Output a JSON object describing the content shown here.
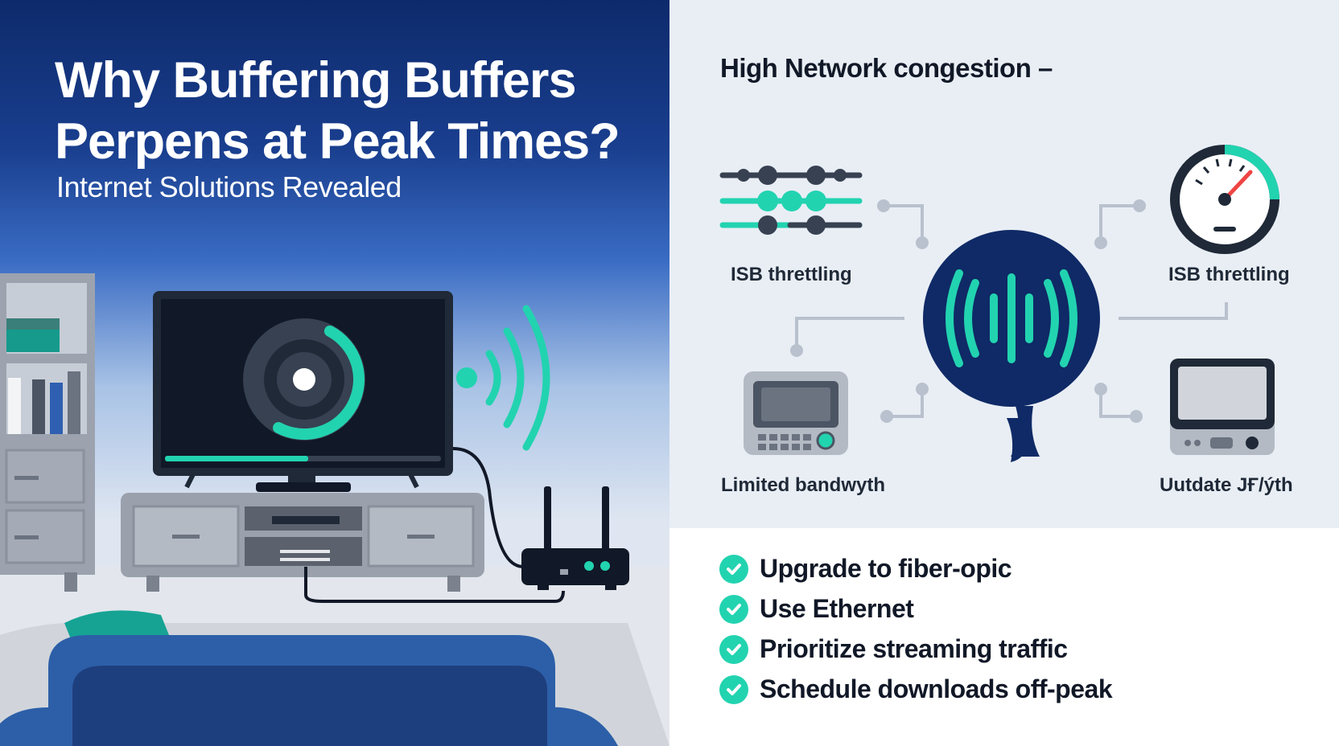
{
  "title_lines": [
    "Why Buffering Buffers",
    "Perpens at Peak Times?"
  ],
  "subtitle": "Internet Solutions Revealed",
  "causes": {
    "heading": "High Network congestion –",
    "items": [
      {
        "label": "ISB threttling",
        "icon": "equalizer-sliders-icon"
      },
      {
        "label": "ISB threttling",
        "icon": "speedometer-gauge-icon"
      },
      {
        "label": "Limited bandwyth",
        "icon": "network-device-icon"
      },
      {
        "label": "Uutdate JҒ/ýth",
        "icon": "monitor-device-icon"
      }
    ],
    "center_icon": "signal-wave-bubble-icon"
  },
  "solutions": [
    {
      "text": "Upgrade to fiber-opic",
      "icon": "check-icon"
    },
    {
      "text": "Use Ethernet",
      "icon": "check-icon"
    },
    {
      "text": "Prioritize streaming traffic",
      "icon": "check-icon"
    },
    {
      "text": "Schedule downloads off-peak",
      "icon": "check-icon"
    }
  ],
  "colors": {
    "accent_teal": "#22d3b0",
    "navy": "#0f2a66",
    "dark_text": "#111827",
    "panel_bg": "#e9eef5"
  },
  "tv": {
    "buffer_progress": 0.52
  }
}
